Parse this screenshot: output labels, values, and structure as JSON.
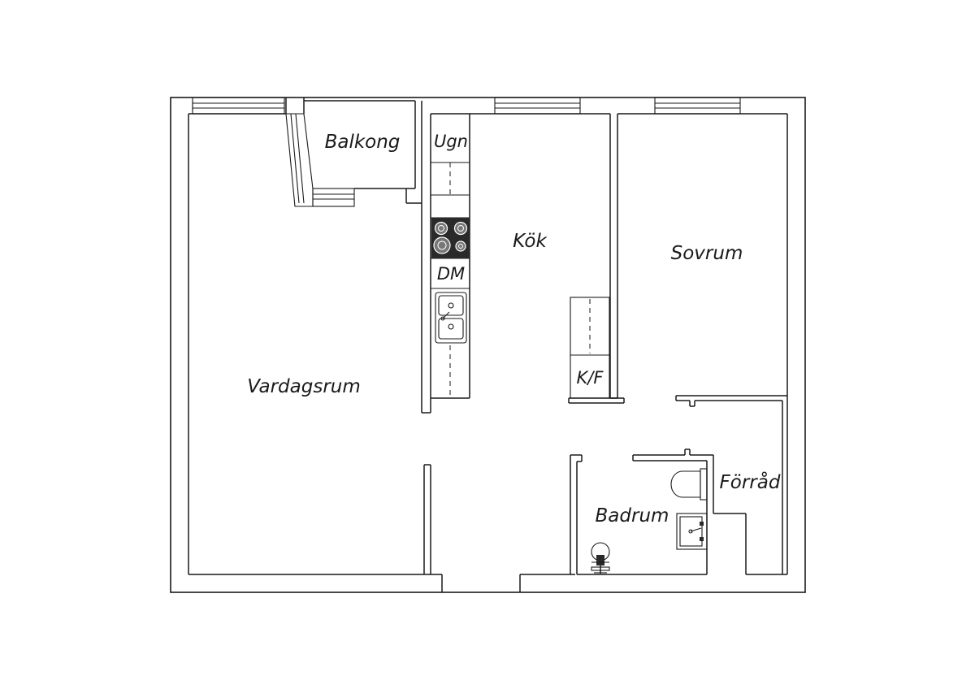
{
  "rooms": {
    "living_room": "Vardagsrum",
    "balcony": "Balkong",
    "kitchen": "Kök",
    "bedroom": "Sovrum",
    "bathroom": "Badrum",
    "storage": "Förråd"
  },
  "appliances": {
    "oven": "Ugn",
    "dishwasher": "DM",
    "fridge_freezer": "K/F"
  }
}
